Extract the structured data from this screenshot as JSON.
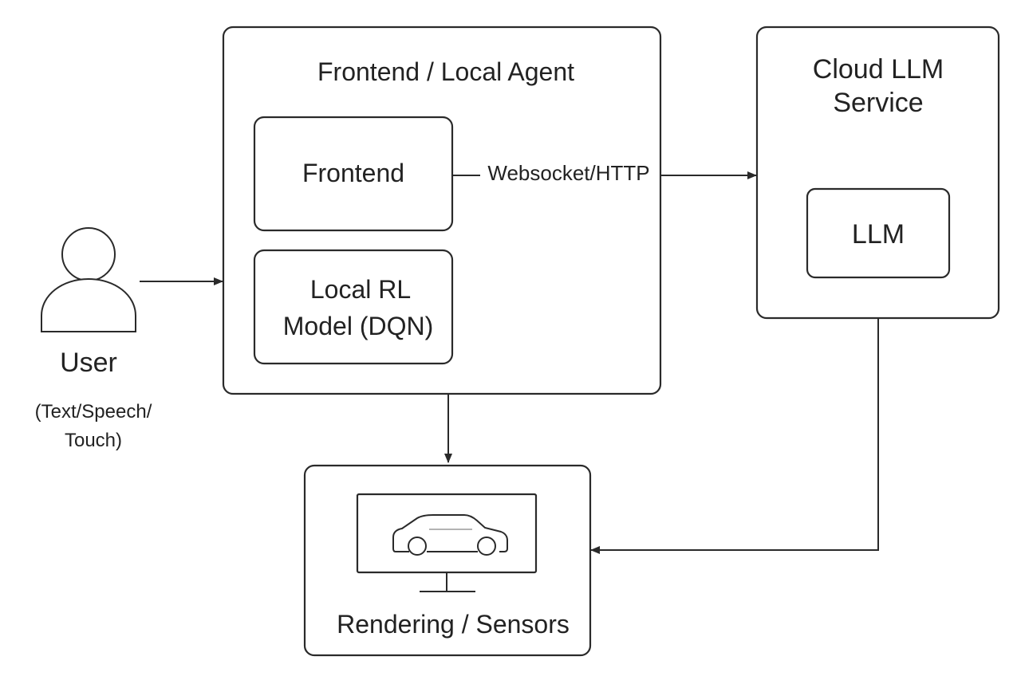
{
  "user": {
    "label": "User",
    "detail_line1": "(Text/Speech/",
    "detail_line2": "Touch)",
    "icon": "user-icon"
  },
  "frontend_agent": {
    "title": "Frontend / Local Agent",
    "frontend_label": "Frontend",
    "rl_model_line1": "Local RL",
    "rl_model_line2": "Model (DQN)"
  },
  "cloud": {
    "title_line1": "Cloud LLM",
    "title_line2": "Service",
    "llm_label": "LLM"
  },
  "connection": {
    "label": "Websocket/HTTP"
  },
  "rendering": {
    "label": "Rendering / Sensors",
    "icon": "car-monitor-icon"
  },
  "colors": {
    "stroke": "#2a2a2a",
    "text": "#222222",
    "background": "#ffffff"
  }
}
